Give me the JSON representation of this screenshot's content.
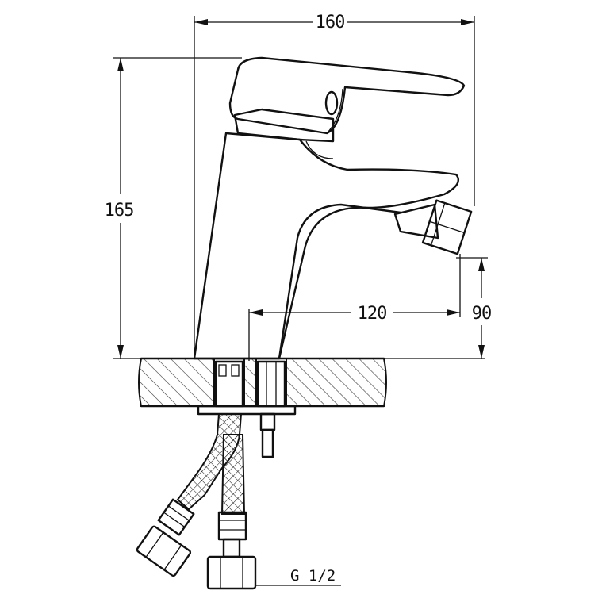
{
  "dimensions": {
    "width": "160",
    "height": "165",
    "spout_reach": "120",
    "spout_height": "90"
  },
  "thread_label": "G 1/2"
}
